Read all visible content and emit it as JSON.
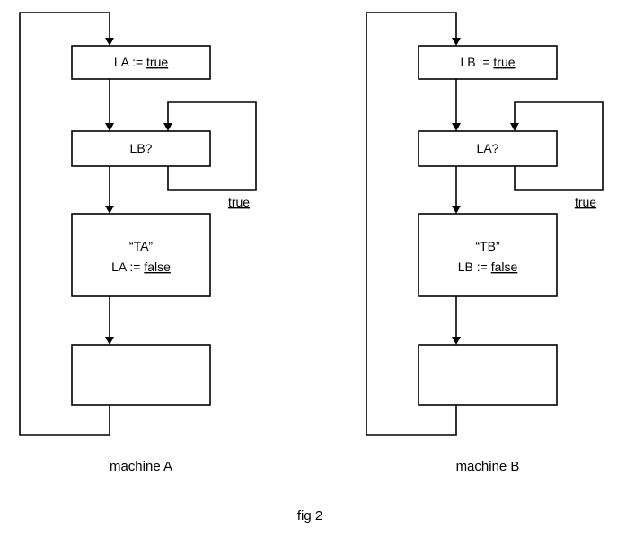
{
  "machines": [
    {
      "caption": "machine A",
      "box1": {
        "var": "LA",
        "op": ":=",
        "value": "true"
      },
      "box2": {
        "label": "LB?"
      },
      "loop_label": "true",
      "box3": {
        "quote": "“TA”",
        "var": "LA",
        "op": ":=",
        "value": "false"
      }
    },
    {
      "caption": "machine B",
      "box1": {
        "var": "LB",
        "op": ":=",
        "value": "true"
      },
      "box2": {
        "label": "LA?"
      },
      "loop_label": "true",
      "box3": {
        "quote": "“TB”",
        "var": "LB",
        "op": ":=",
        "value": "false"
      }
    }
  ],
  "figure_caption": "fig 2"
}
